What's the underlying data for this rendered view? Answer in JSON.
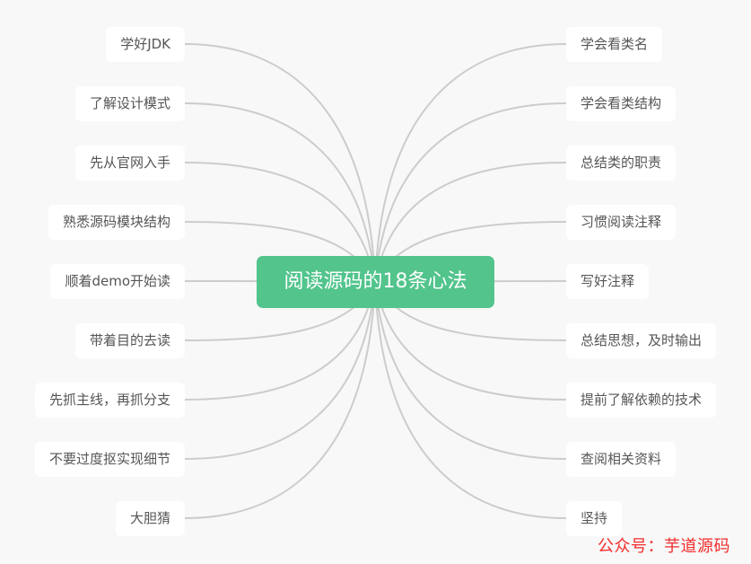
{
  "mindmap": {
    "title": "阅读源码的18条心法",
    "colors": {
      "background": "#f8f8f8",
      "root_fill": "#52c48c",
      "root_text": "#ffffff",
      "node_fill": "#ffffff",
      "node_text": "#555555",
      "link": "#cccccc",
      "watermark": "#f22c2c"
    },
    "left_branches": [
      {
        "label": "学好JDK"
      },
      {
        "label": "了解设计模式"
      },
      {
        "label": "先从官网入手"
      },
      {
        "label": "熟悉源码模块结构"
      },
      {
        "label": "顺着demo开始读"
      },
      {
        "label": "带着目的去读"
      },
      {
        "label": "先抓主线，再抓分支"
      },
      {
        "label": "不要过度抠实现细节"
      },
      {
        "label": "大胆猜"
      }
    ],
    "right_branches": [
      {
        "label": "学会看类名"
      },
      {
        "label": "学会看类结构"
      },
      {
        "label": "总结类的职责"
      },
      {
        "label": "习惯阅读注释"
      },
      {
        "label": "写好注释"
      },
      {
        "label": "总结思想，及时输出"
      },
      {
        "label": "提前了解依赖的技术"
      },
      {
        "label": "查阅相关资料"
      },
      {
        "label": "坚持"
      }
    ]
  },
  "watermark": {
    "text": "公众号：芋道源码"
  }
}
